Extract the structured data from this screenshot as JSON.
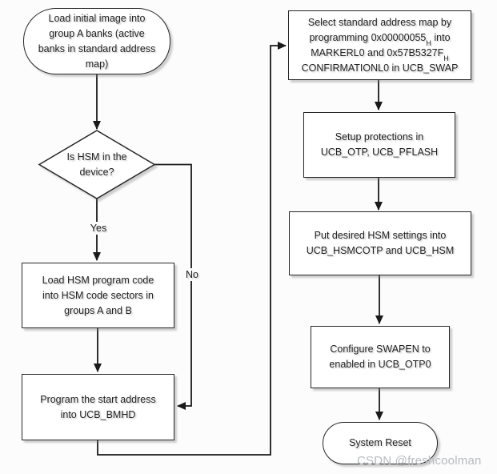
{
  "page": {
    "background": "#fcfcfc",
    "watermark": "CSDN @freshcoolman"
  },
  "colors": {
    "line": "#1a1a1a",
    "node_border": "#262626",
    "node_fill": "#ffffff",
    "text": "#1f1f1f",
    "shadow": "#c8c8c8",
    "watermark": "#b7bbbe"
  },
  "flowchart": {
    "start_terminator": {
      "text": "Load initial image into\ngroup A banks (active\nbanks in standard address\nmap)"
    },
    "decision": {
      "text": "Is HSM in the\ndevice?",
      "yes_label": "Yes",
      "no_label": "No"
    },
    "load_hsm_step": {
      "text": "Load HSM program code\ninto HSM code sectors in\ngroups A and B"
    },
    "program_start_step": {
      "text": "Program the start address\ninto UCB_BMHD"
    },
    "select_map_step": {
      "line1": "Select standard address map by",
      "line2_pre": "programming 0x00000055",
      "line2_sub": "H",
      "line2_post": " into",
      "line3_pre": "MARKERL0 and 0x57B5327F",
      "line3_sub": "H",
      "line4": "CONFIRMATIONL0 in UCB_SWAP"
    },
    "setup_protections_step": {
      "text": "Setup protections in\nUCB_OTP, UCB_PFLASH"
    },
    "put_hsm_settings_step": {
      "text": "Put desired HSM settings into\nUCB_HSMCOTP and UCB_HSM"
    },
    "configure_swapen_step": {
      "text": "Configure SWAPEN to\nenabled in UCB_OTP0"
    },
    "end_terminator": {
      "text": "System Reset"
    }
  }
}
